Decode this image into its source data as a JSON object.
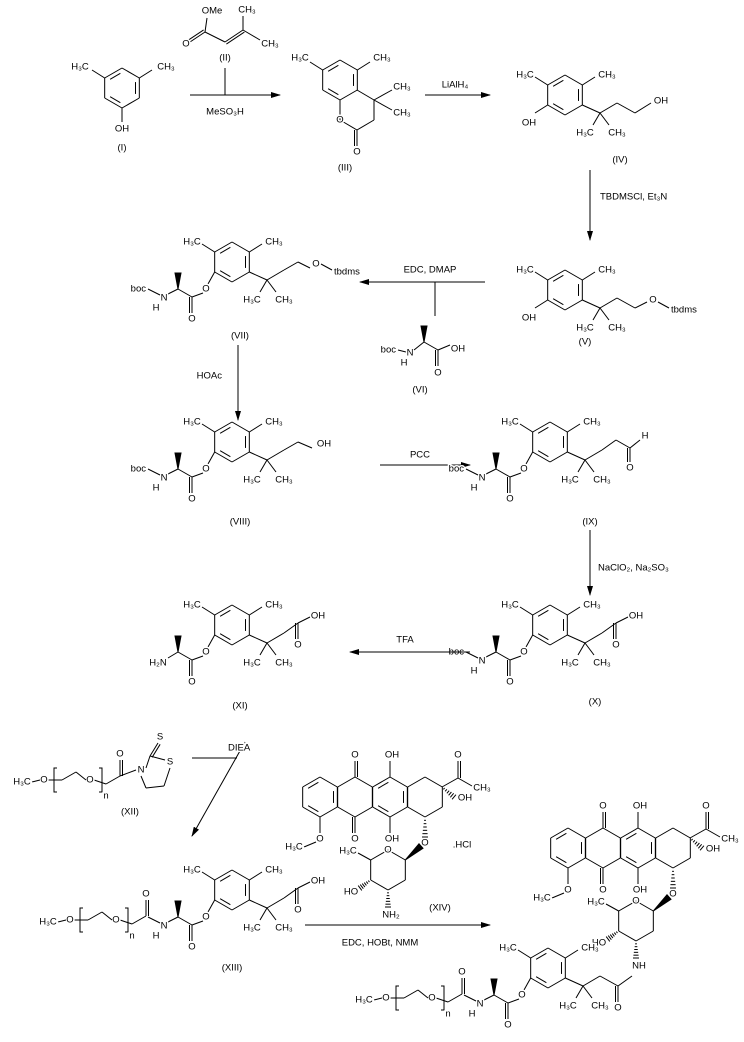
{
  "compounds": {
    "I": "(I)",
    "II": "(II)",
    "III": "(III)",
    "IV": "(IV)",
    "V": "(V)",
    "VI": "(VI)",
    "VII": "(VII)",
    "VIII": "(VIII)",
    "IX": "(IX)",
    "X": "(X)",
    "XI": "(XI)",
    "XII": "(XII)",
    "XIII": "(XIII)",
    "XIV": "(XIV)"
  },
  "reagents": {
    "r1": "MeSO₃H",
    "r2": "LiAlH₄",
    "r3": "TBDMSCl, Et₃N",
    "r4": "EDC, DMAP",
    "r5": "HOAc",
    "r6": "PCC",
    "r7": "NaClO₂, Na₂SO₃",
    "r8": "TFA",
    "r9": "DIEA",
    "r10": "EDC, HOBt, NMM"
  },
  "salt": ".HCl",
  "atoms": {
    "I": [
      "H₃C",
      "CH₃",
      "OH"
    ],
    "II": [
      "OMe",
      "O",
      "CH₃",
      "CH₃"
    ],
    "III": [
      "H₃C",
      "CH₃",
      "O",
      "O",
      "CH₃",
      "CH₃"
    ],
    "IV": [
      "H₃C",
      "CH₃",
      "H₃C",
      "CH₃",
      "OH",
      "OH"
    ],
    "V": [
      "H₃C",
      "CH₃",
      "H₃C",
      "CH₃",
      "OH",
      "O",
      "tbdms"
    ],
    "VI": [
      "boc",
      "N",
      "H",
      "OH",
      "O"
    ],
    "VII": [
      "H₃C",
      "CH₃",
      "H₃C",
      "CH₃",
      "O",
      "O",
      "N",
      "H",
      "boc",
      "O",
      "tbdms"
    ],
    "VIII": [
      "H₃C",
      "CH₃",
      "H₃C",
      "CH₃",
      "O",
      "O",
      "N",
      "H",
      "boc",
      "OH"
    ],
    "IX": [
      "H₃C",
      "CH₃",
      "H₃C",
      "CH₃",
      "O",
      "O",
      "N",
      "H",
      "boc",
      "O",
      "H"
    ],
    "X": [
      "H₃C",
      "CH₃",
      "H₃C",
      "CH₃",
      "O",
      "O",
      "N",
      "H",
      "boc",
      "OH",
      "O"
    ],
    "XI": [
      "H₃C",
      "CH₃",
      "H₃C",
      "CH₃",
      "O",
      "O",
      "H₂N",
      "OH",
      "O"
    ],
    "XII": [
      "O",
      "O",
      "n",
      "O",
      "H₃C",
      "N",
      "S",
      "S"
    ],
    "XIII": [
      "H₃C",
      "CH₃",
      "H₃C",
      "CH₃",
      "O",
      "O",
      "N",
      "H",
      "O",
      "O",
      "n",
      "O",
      "H₃C",
      "OH",
      "O"
    ],
    "XIV": [
      "O",
      "O",
      "OH",
      "OH",
      "O",
      "CH₃",
      "OH",
      "O",
      "O",
      "H₃C",
      "O",
      "H₃C",
      "HO",
      "NH₂"
    ],
    "product": [
      "O",
      "O",
      "OH",
      "OH",
      "O",
      "CH₃",
      "OH",
      "O",
      "O",
      "H₃C",
      "O",
      "H₃C",
      "HO",
      "NH",
      "H₃C",
      "CH₃",
      "H₃C",
      "CH₃",
      "O",
      "O",
      "N",
      "H",
      "O",
      "O",
      "n",
      "O",
      "H₃C",
      "O"
    ]
  }
}
